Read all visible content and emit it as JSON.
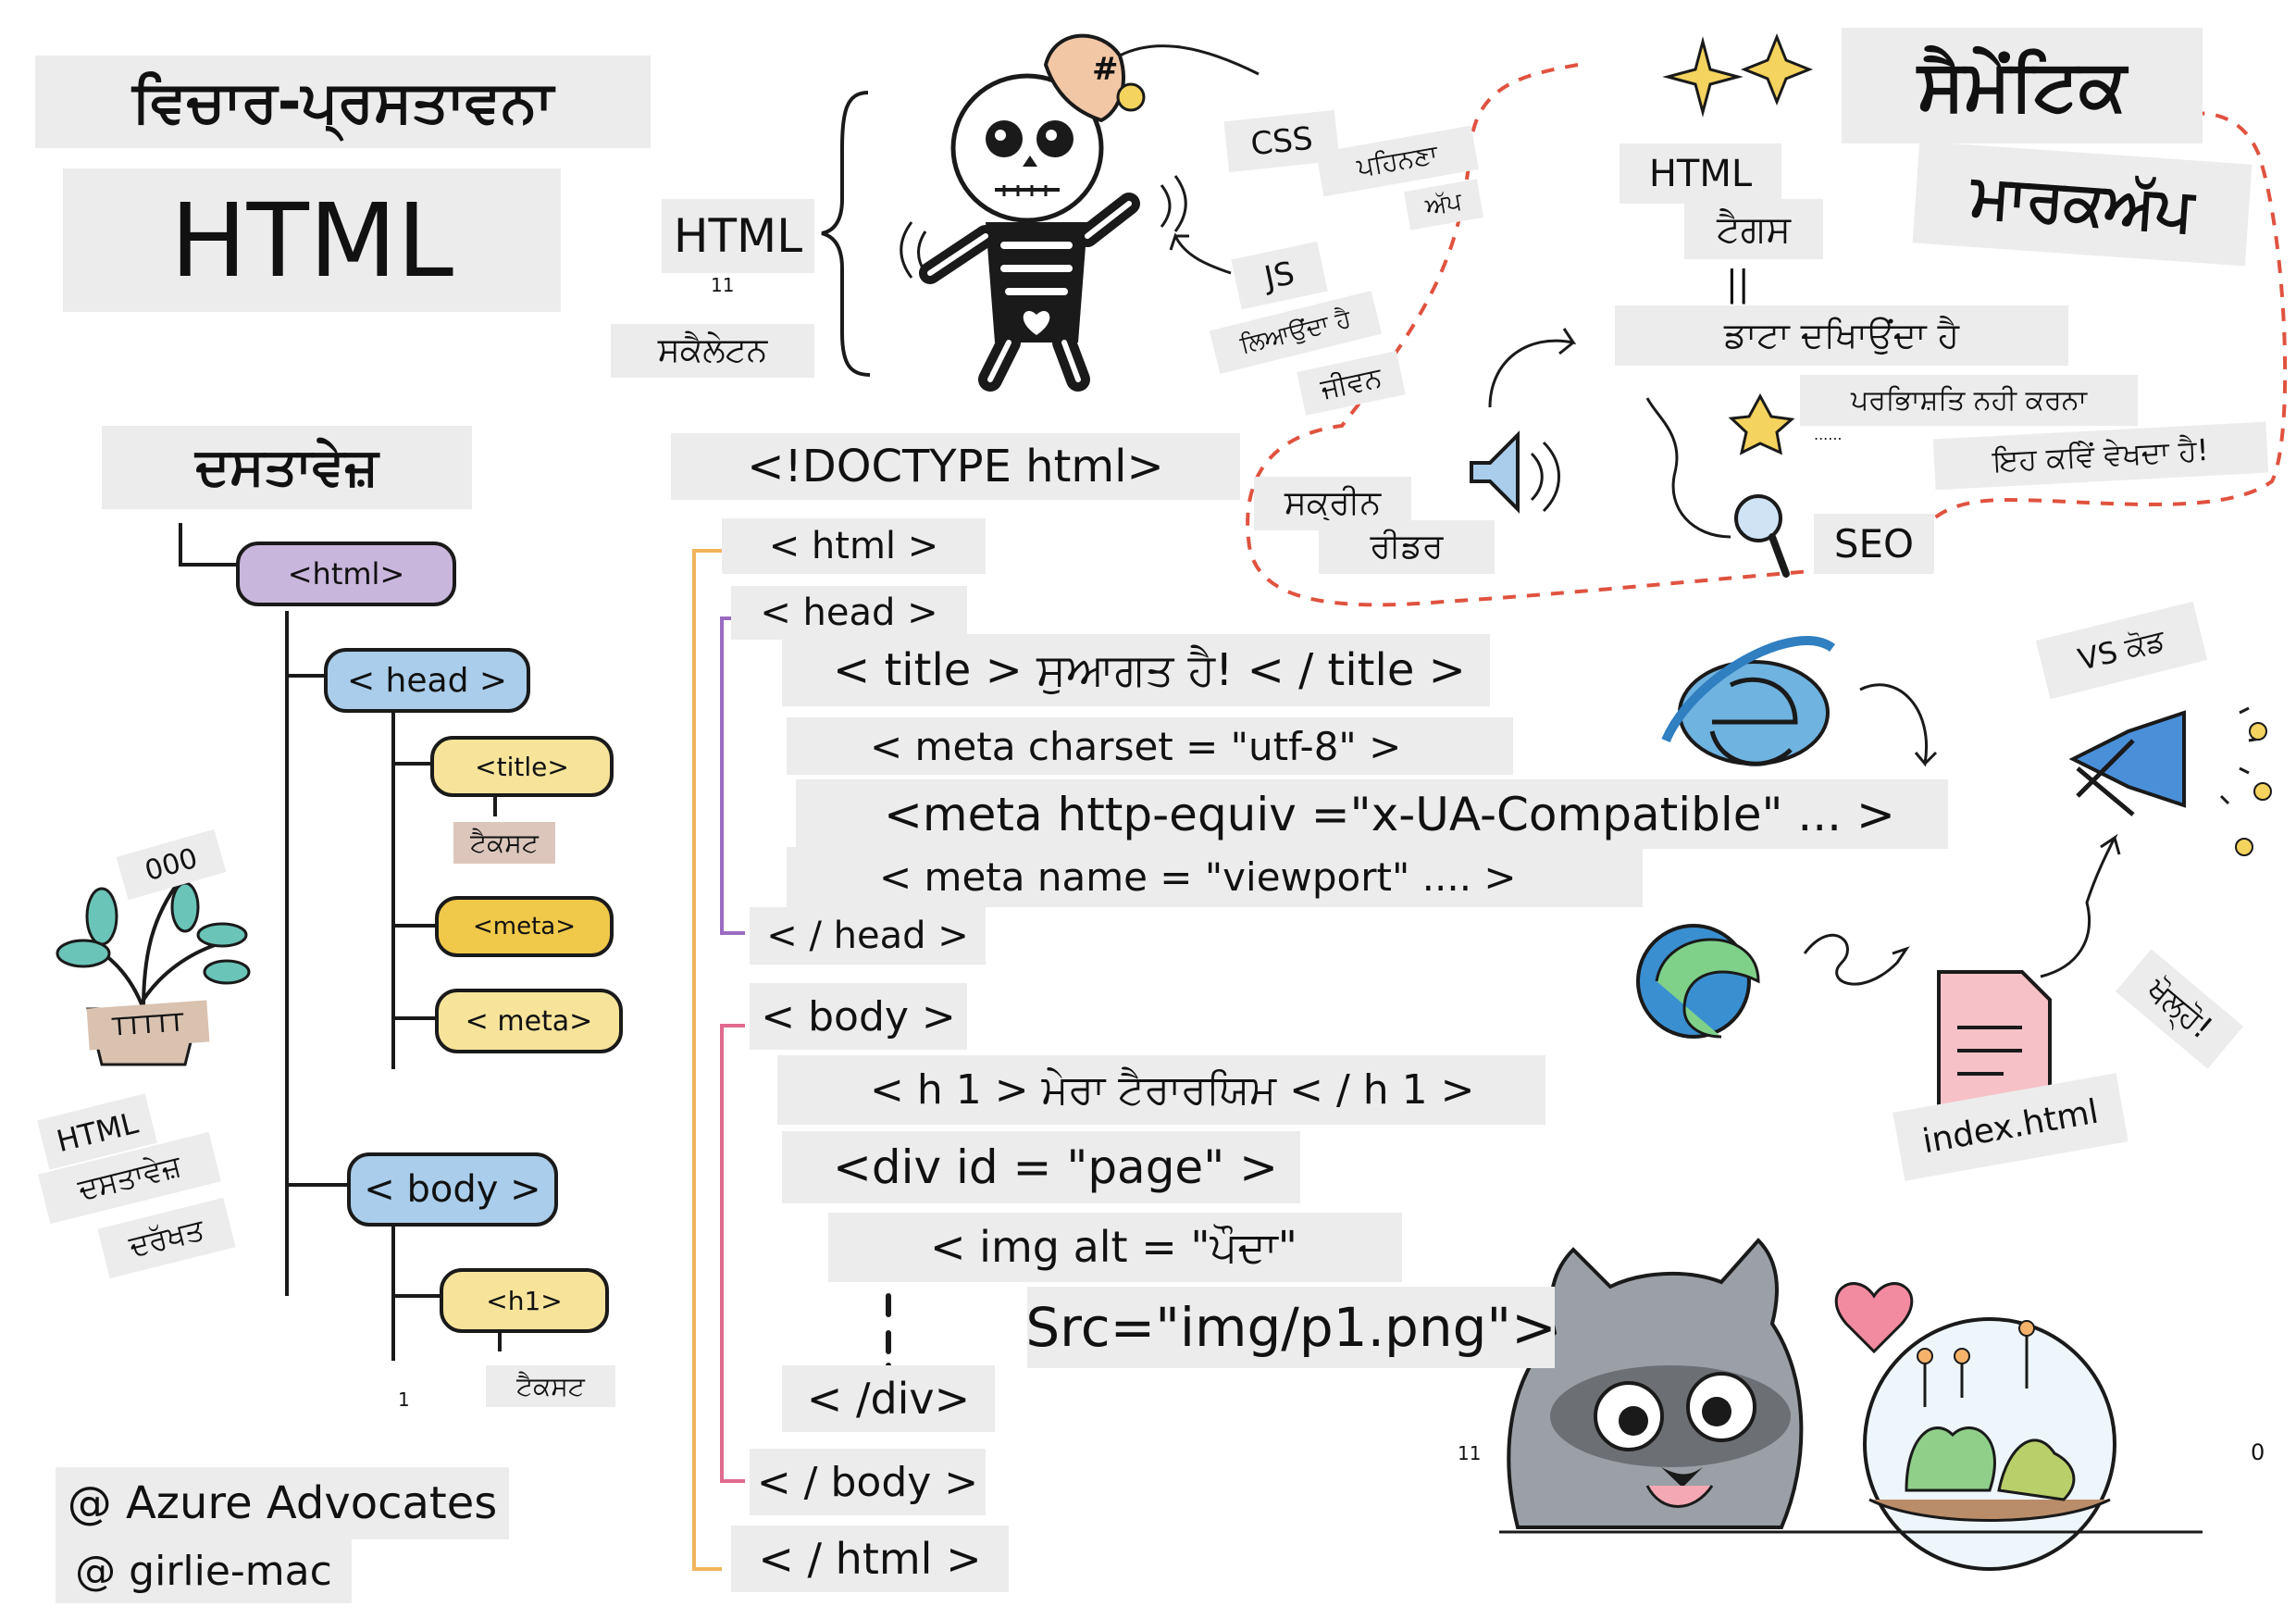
{
  "header": {
    "intro_title": "ਵਿਚਾਰ-ਪ੍ਰਸਤਾਵਨਾ",
    "main_title": "HTML"
  },
  "skeleton": {
    "html_label": "HTML",
    "small_mark": "11",
    "skeleton_label": "ਸਕੈਲੇਟਨ",
    "css_label": "CSS",
    "css_action_1": "ਪਹਿਨਣਾ",
    "css_action_2": "ਅੱਪ",
    "js_label": "JS",
    "js_action_1": "ਲਿਆਉਂਦਾ ਹੈ",
    "js_action_2": "ਜੀਵਨ",
    "hat_mark": "#"
  },
  "semantic": {
    "title_1": "ਸੈਮੇਂਟਿਕ",
    "title_2": "ਮਾਰਕਅੱਪ",
    "tags_1": "HTML",
    "tags_2": "ਟੈਗਸ",
    "equals": "||",
    "shows_data": "ਡਾਟਾ ਦਖਿਾਉਂਦਾ ਹੈ",
    "not_defining": "ਪਰਭਿਾਸ਼ਤਿ ਨਹੀ ਕਰਨਾ",
    "how_it_looks": "ਇਹ ਕਵਿੇਂ ਵੇਖਦਾ ਹੈ!",
    "screen_1": "ਸਕ੍ਰੀਨ",
    "screen_2": "ਰੀਡਰ",
    "seo": "SEO",
    "dots_mark": "......"
  },
  "document_tree": {
    "title": "ਦਸਤਾਵੇਜ਼",
    "html_node": "<html>",
    "head_node": "< head >",
    "title_node": "<title>",
    "title_text": "ਟੈਕਸਟ",
    "meta_node_1": "<meta>",
    "meta_node_2": "< meta>",
    "body_node": "< body >",
    "h1_node": "<h1>",
    "h1_text": "ਟੈਕਸਟ",
    "plant_mark": "000",
    "plant_pot": "TTTTT",
    "side_1": "HTML",
    "side_2": "ਦਸਤਾਵੇਜ਼",
    "side_3": "ਦਰੱਖਤ",
    "tiny_mark": "1"
  },
  "code": {
    "doctype": "<!DOCTYPE html>",
    "html_open": "< html >",
    "head_open": "< head >",
    "title_line": "< title > ਸੁਆਗਤ ਹੈ! < / title >",
    "meta_charset": "< meta charset = \"utf-8\" >",
    "meta_http": "<meta http-equiv =\"x-UA-Compatible\" ... >",
    "meta_viewport": "< meta name = \"viewport\" .... >",
    "head_close": "< / head >",
    "body_open": "< body >",
    "h1_line": "< h 1 > ਮੇਰਾ ਟੈਰਾਰਯਿਮ < / h 1 >",
    "div_open": "<div id = \"page\" >",
    "img_line": "< img alt = \"ਪੌਦਾ\"",
    "src_line": "Src=\"img/p1.png\">",
    "div_close": "< /div>",
    "body_close": "< / body >",
    "html_close": "< / html >"
  },
  "browsers": {
    "vscode_label": "VS ਕੋਡ",
    "file_label": "index.html",
    "open_label": "ਖੋਲ੍ਹੋ!"
  },
  "credits": {
    "line_1": "@ Azure Advocates",
    "line_2": "@ girlie-mac"
  },
  "misc": {
    "mark_11": "11",
    "mark_0": "0"
  },
  "colors": {
    "label_bg": "#ececec",
    "purple": "#c9b6dc",
    "blue": "#a9cdea",
    "yellow": "#f7e49a",
    "gold": "#f0c84a",
    "orange_bracket": "#f2b45a",
    "purple_bracket": "#9a6cc0",
    "pink_bracket": "#e06a8f",
    "dashed_red": "#e0523f"
  }
}
